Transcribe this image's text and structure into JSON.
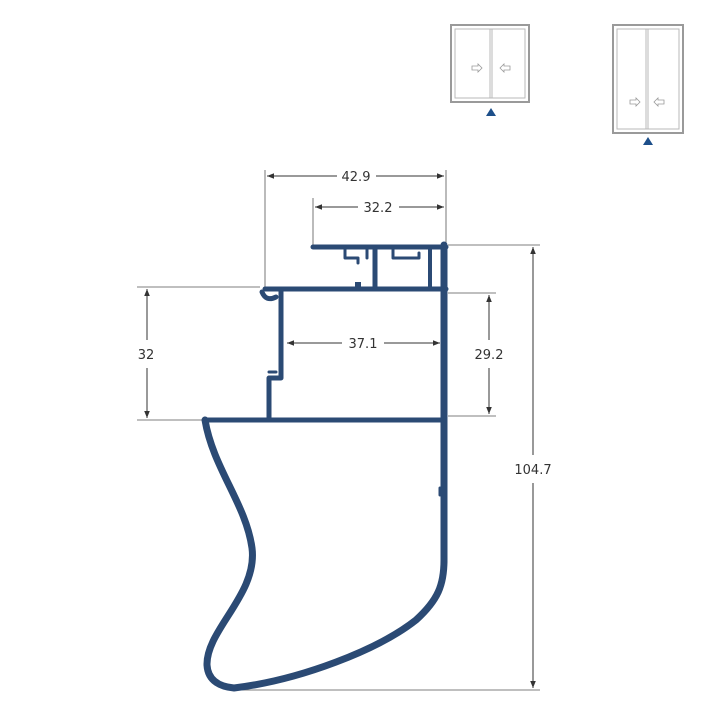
{
  "drawing": {
    "profile_color": "#2b4a74",
    "marker_color": "#1d4f8a",
    "dimensions": {
      "overall_top_width": "42.9",
      "upper_track_width": "32.2",
      "inner_width": "37.1",
      "left_height": "32",
      "right_inner_height": "29.2",
      "overall_height": "104.7"
    }
  },
  "thumbnails": [
    {
      "icon": "sliding-window-closed-icon"
    },
    {
      "icon": "sliding-window-tall-icon"
    }
  ]
}
